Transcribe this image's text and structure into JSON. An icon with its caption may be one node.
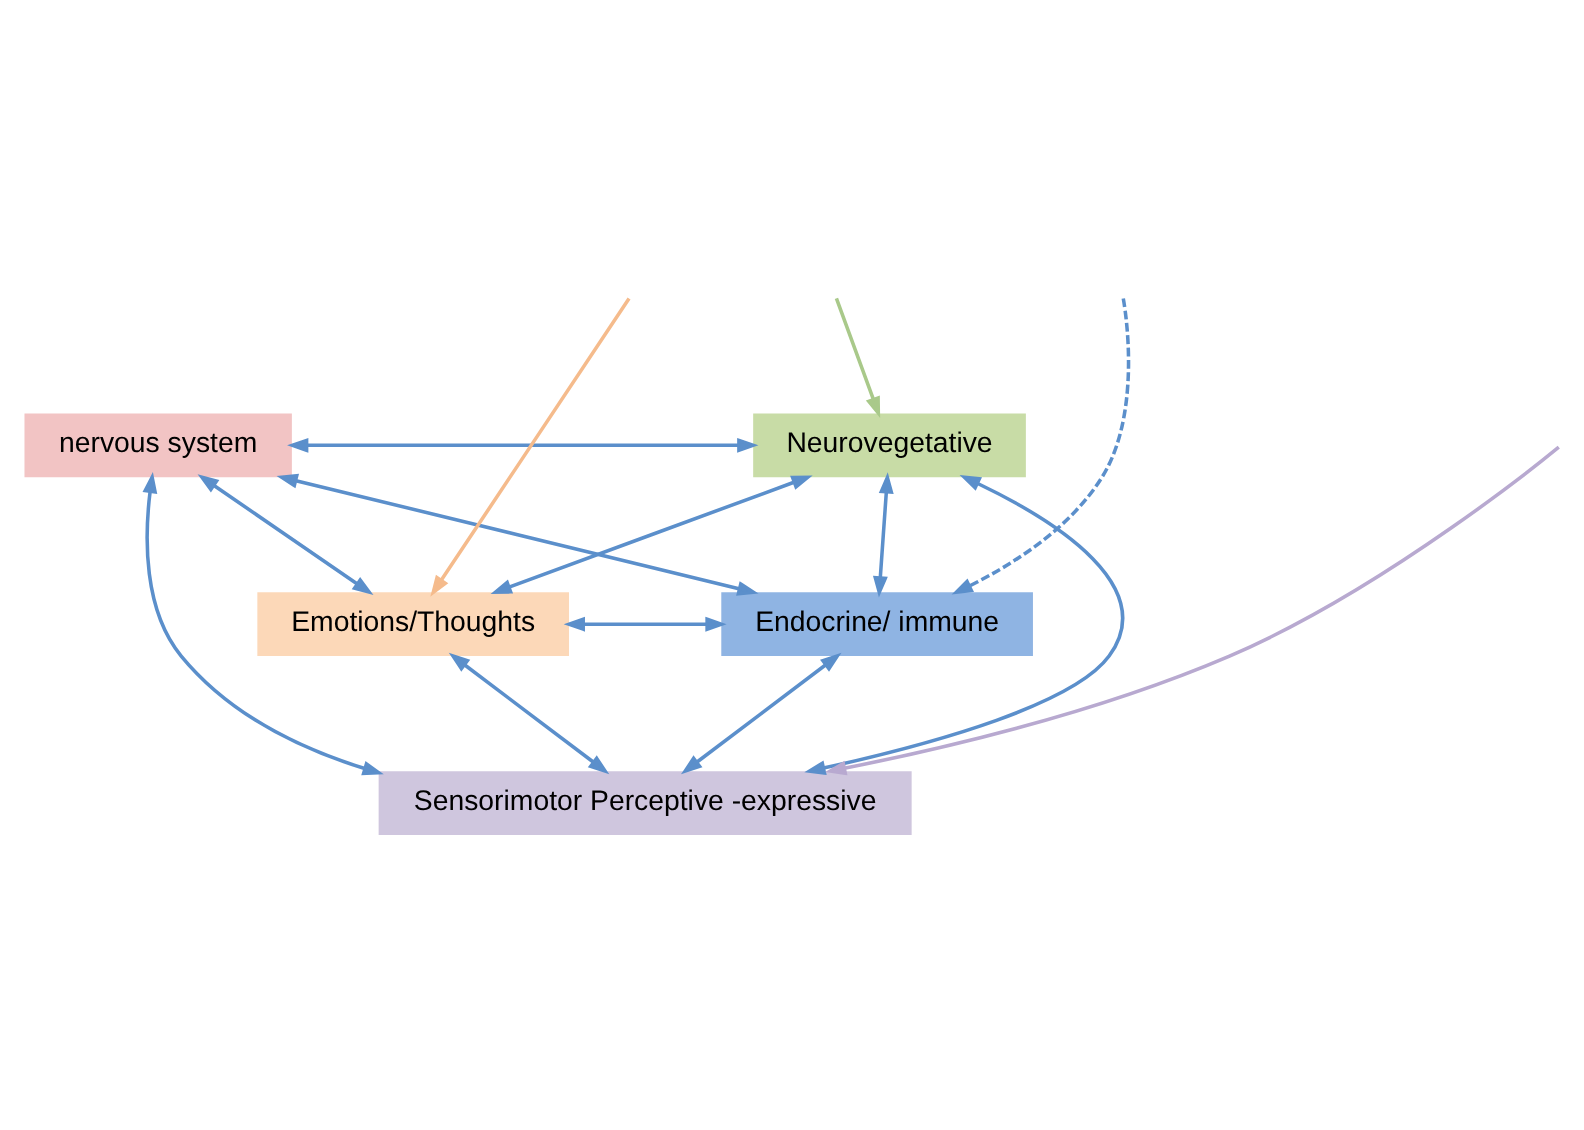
{
  "diagram": {
    "nodes": [
      {
        "text": [
          "nervous system"
        ]
      },
      {
        "text": [
          "Neurovegetative"
        ]
      },
      {
        "text": [
          "Emotions/Thoughts"
        ]
      },
      {
        "text": [
          "Endocrine/ immune"
        ]
      },
      {
        "text": [
          "Sensorimotor Perceptive -expressive"
        ]
      }
    ],
    "edges": [
      {
        "from": 0,
        "to": 1,
        "arrow": "both"
      },
      {
        "from": 0,
        "to": 2,
        "arrow": "both"
      },
      {
        "from": 0,
        "to": 3,
        "arrow": "both"
      },
      {
        "from": 0,
        "to": 4,
        "arrow": "both"
      },
      {
        "from": 1,
        "to": 2,
        "arrow": "both"
      },
      {
        "from": 1,
        "to": 3,
        "arrow": "both"
      },
      {
        "from": 1,
        "to": 4,
        "arrow": "both"
      },
      {
        "from": 2,
        "to": 3,
        "arrow": "both"
      },
      {
        "from": 2,
        "to": 4,
        "arrow": "both"
      },
      {
        "from": 3,
        "to": 4,
        "arrow": "both"
      },
      {
        "from": null,
        "to": 1,
        "arrow": "to",
        "color": "#a9c98a"
      },
      {
        "from": null,
        "to": 2,
        "arrow": "to",
        "color": "#f5bb8c"
      },
      {
        "from": null,
        "to": 3,
        "arrow": "to",
        "style": "dashed"
      },
      {
        "from": null,
        "to": 4,
        "arrow": "to",
        "color": "#b8a9d0"
      }
    ]
  }
}
